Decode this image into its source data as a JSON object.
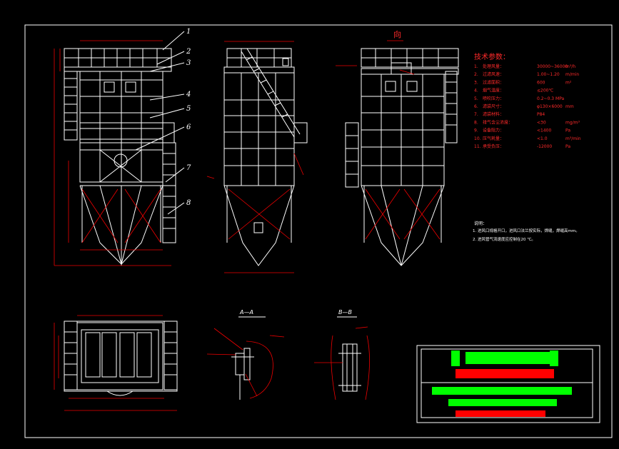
{
  "drawing": {
    "callouts": [
      "1",
      "2",
      "3",
      "4",
      "5",
      "6",
      "7",
      "8"
    ],
    "view_title": "向",
    "section_a": "A—A",
    "section_b": "B—B",
    "spec_title": "技术参数：",
    "specs": [
      {
        "n": "1.",
        "label": "处理风量：",
        "value": "30000~36000",
        "unit": "m³/h"
      },
      {
        "n": "2.",
        "label": "过滤风速：",
        "value": "1.00~1.20",
        "unit": "m/min"
      },
      {
        "n": "3.",
        "label": "过滤面积：",
        "value": "600",
        "unit": "m²"
      },
      {
        "n": "4.",
        "label": "烟气温度：",
        "value": "≤200℃",
        "unit": ""
      },
      {
        "n": "5.",
        "label": "喷吹压力：",
        "value": "0.2~0.3 MPa",
        "unit": ""
      },
      {
        "n": "6.",
        "label": "滤袋尺寸：",
        "value": "φ130×6000",
        "unit": "mm"
      },
      {
        "n": "7.",
        "label": "滤袋材料：",
        "value": "P84",
        "unit": ""
      },
      {
        "n": "8.",
        "label": "排气含尘浓度：",
        "value": "<30",
        "unit": "mg/m³"
      },
      {
        "n": "9.",
        "label": "设备阻力：",
        "value": "<1400",
        "unit": "Pa"
      },
      {
        "n": "10.",
        "label": "压气耗量：",
        "value": "<1.0",
        "unit": "m³/min"
      },
      {
        "n": "11.",
        "label": "承受负压：",
        "value": "-12000",
        "unit": "Pa"
      }
    ],
    "notes_title": "说明：",
    "notes": [
      "1. 进风口规格开口，进风口法兰按实际，焊缝，焊缝高mm。",
      "2. 进风管气流速度应控制在20 ℃。"
    ],
    "colors": {
      "line": "#ffffff",
      "dim": "#e00000",
      "text": "#ff2a2a",
      "title_green": "#00ff00",
      "title_red": "#ff0000",
      "background": "#000000"
    }
  }
}
